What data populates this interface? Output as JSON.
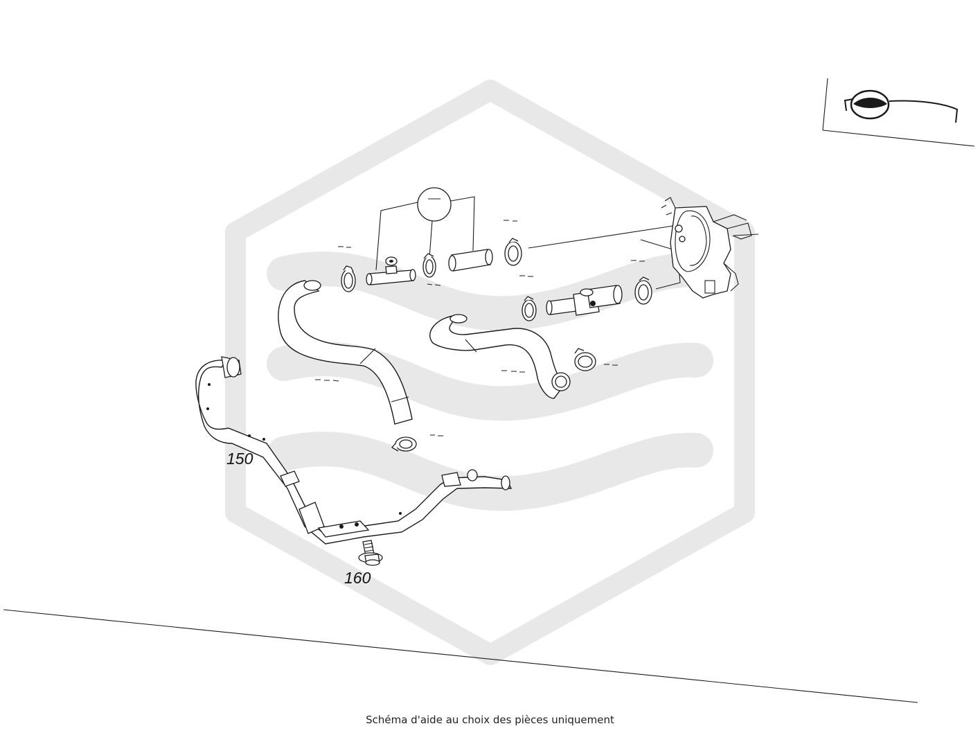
{
  "diagram": {
    "labels": {
      "part_150": "150",
      "part_160": "160"
    },
    "caption": "Schéma d'aide au choix des pièces uniquement"
  },
  "colors": {
    "watermark": "#e8e8e8",
    "line": "#1a1a1a",
    "background": "#ffffff"
  }
}
